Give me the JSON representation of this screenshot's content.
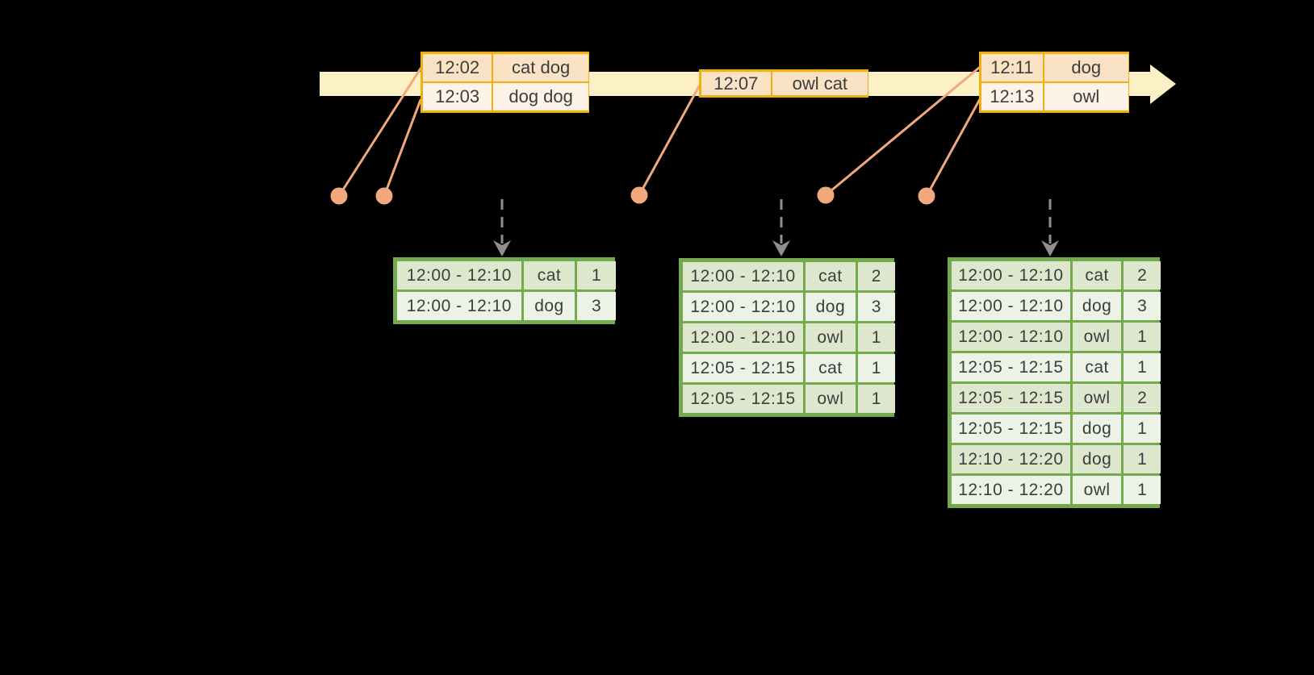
{
  "colors": {
    "background": "#000000",
    "timeline_band": "#FCF0C7",
    "event_table_border": "#F0B110",
    "event_row_dark": "#FAE3C5",
    "event_row_light": "#FDF4E7",
    "salmon_connector": "#F0A87C",
    "gray_arrow": "#8F8F8F",
    "result_table_border": "#74A94D",
    "result_row_dark": "#DCE7CE",
    "result_row_light": "#ECF2E5",
    "text": "#3D3D3D"
  },
  "event_tables": [
    {
      "rows": [
        {
          "time": "12:02",
          "words": "cat dog"
        },
        {
          "time": "12:03",
          "words": "dog dog"
        }
      ]
    },
    {
      "rows": [
        {
          "time": "12:07",
          "words": "owl cat"
        }
      ]
    },
    {
      "rows": [
        {
          "time": "12:11",
          "words": "dog"
        },
        {
          "time": "12:13",
          "words": "owl"
        }
      ]
    }
  ],
  "result_tables": [
    {
      "rows": [
        {
          "window": "12:00 - 12:10",
          "word": "cat",
          "count": 1
        },
        {
          "window": "12:00 - 12:10",
          "word": "dog",
          "count": 3
        }
      ]
    },
    {
      "rows": [
        {
          "window": "12:00 - 12:10",
          "word": "cat",
          "count": 2
        },
        {
          "window": "12:00 - 12:10",
          "word": "dog",
          "count": 3
        },
        {
          "window": "12:00 - 12:10",
          "word": "owl",
          "count": 1
        },
        {
          "window": "12:05 - 12:15",
          "word": "cat",
          "count": 1
        },
        {
          "window": "12:05 - 12:15",
          "word": "owl",
          "count": 1
        }
      ]
    },
    {
      "rows": [
        {
          "window": "12:00 - 12:10",
          "word": "cat",
          "count": 2
        },
        {
          "window": "12:00 - 12:10",
          "word": "dog",
          "count": 3
        },
        {
          "window": "12:00 - 12:10",
          "word": "owl",
          "count": 1
        },
        {
          "window": "12:05 - 12:15",
          "word": "cat",
          "count": 1
        },
        {
          "window": "12:05 - 12:15",
          "word": "owl",
          "count": 2
        },
        {
          "window": "12:05 - 12:15",
          "word": "dog",
          "count": 1
        },
        {
          "window": "12:10 - 12:20",
          "word": "dog",
          "count": 1
        },
        {
          "window": "12:10 - 12:20",
          "word": "owl",
          "count": 1
        }
      ]
    }
  ]
}
